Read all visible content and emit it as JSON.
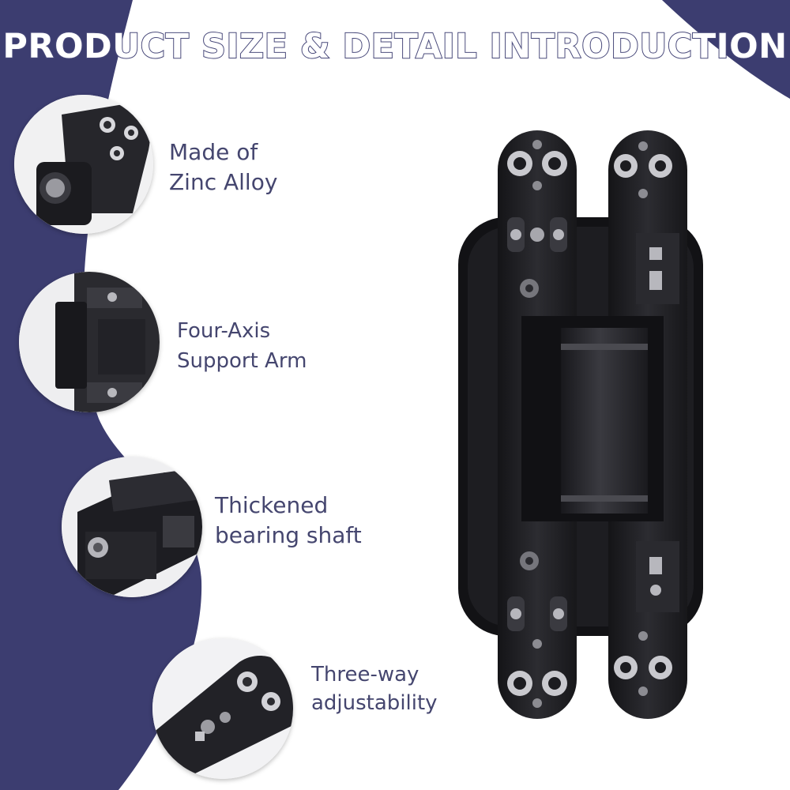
{
  "page": {
    "title": "PRODUCT SIZE & DETAIL INTRODUCTION"
  },
  "colors": {
    "navy_background": "#3c3d70",
    "label_text": "#45466f",
    "title_fill": "#ffffff",
    "title_outline": "#48497a",
    "hinge_body": "#1e1e22"
  },
  "features": [
    {
      "id": "zinc-alloy",
      "line1": "Made of",
      "line2": "Zinc Alloy"
    },
    {
      "id": "four-axis-arm",
      "line1": "Four-Axis",
      "line2": "Support Arm"
    },
    {
      "id": "bearing-shaft",
      "line1": "Thickened",
      "line2": "bearing shaft"
    },
    {
      "id": "adjustability",
      "line1": "Three-way",
      "line2": "adjustability"
    }
  ]
}
